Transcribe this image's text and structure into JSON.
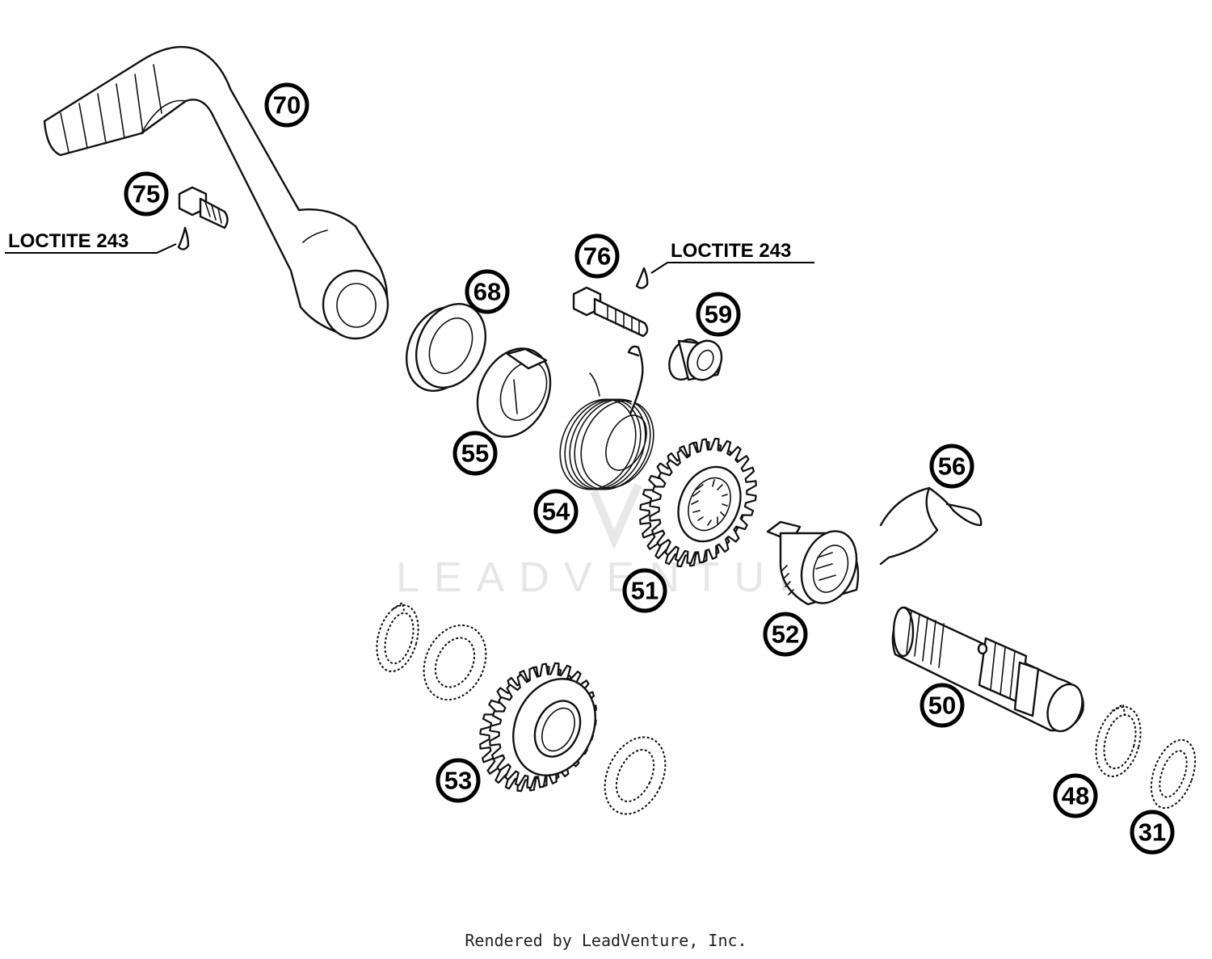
{
  "watermark": "LEADVENTURE",
  "notes": [
    {
      "id": "note-75",
      "text": "LOCTITE 243"
    },
    {
      "id": "note-76",
      "text": "LOCTITE 243"
    }
  ],
  "callouts": [
    {
      "id": "70",
      "label": "70",
      "part": "kick starter lever"
    },
    {
      "id": "75",
      "label": "75",
      "part": "collar bolt"
    },
    {
      "id": "76",
      "label": "76",
      "part": "collar bolt"
    },
    {
      "id": "68",
      "label": "68",
      "part": "shaft seal ring"
    },
    {
      "id": "59",
      "label": "59",
      "part": "spacer bush"
    },
    {
      "id": "55",
      "label": "55",
      "part": "spring guide"
    },
    {
      "id": "54",
      "label": "54",
      "part": "kick starter spring"
    },
    {
      "id": "51",
      "label": "51",
      "part": "kick starter gear"
    },
    {
      "id": "56",
      "label": "56",
      "part": "spring clip"
    },
    {
      "id": "52",
      "label": "52",
      "part": "ratchet"
    },
    {
      "id": "50",
      "label": "50",
      "part": "kick starter shaft"
    },
    {
      "id": "53",
      "label": "53",
      "part": "intermediate gear"
    },
    {
      "id": "48",
      "label": "48",
      "part": "circlip"
    },
    {
      "id": "31",
      "label": "31",
      "part": "washer"
    }
  ],
  "footer": "Rendered by LeadVenture, Inc."
}
